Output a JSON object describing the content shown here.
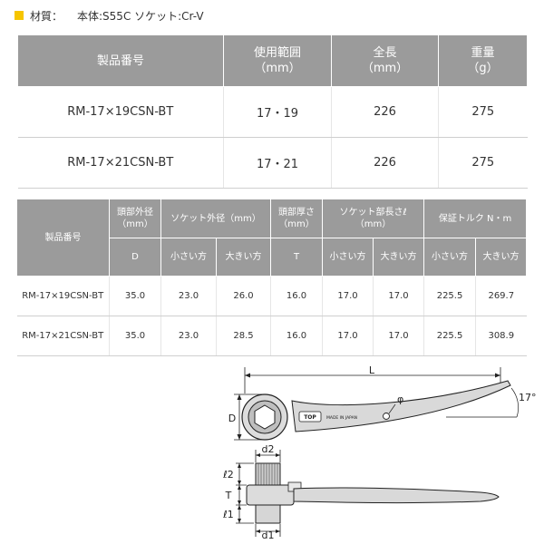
{
  "material": {
    "label": "材質：",
    "text": "本体:S55C ソケット:Cr-V"
  },
  "table1": {
    "headers": [
      {
        "line1": "製品番号",
        "line2": ""
      },
      {
        "line1": "使用範囲",
        "line2": "（mm）"
      },
      {
        "line1": "全長",
        "line2": "（mm）"
      },
      {
        "line1": "重量",
        "line2": "（g）"
      }
    ],
    "rows": [
      [
        "RM-17×19CSN-BT",
        "17・19",
        "226",
        "275"
      ],
      [
        "RM-17×21CSN-BT",
        "17・21",
        "226",
        "275"
      ]
    ]
  },
  "table2": {
    "header_top": {
      "product": "製品番号",
      "head_od": {
        "line1": "頭部外径",
        "line2": "（mm）"
      },
      "socket_od": "ソケット外径（mm）",
      "head_thickness": {
        "line1": "頭部厚さ",
        "line2": "（mm）"
      },
      "socket_length": {
        "line1": "ソケット部長さℓ",
        "line2": "（mm）"
      },
      "torque": "保証トルク N・m"
    },
    "header_sub": [
      "D",
      "小さい方",
      "大きい方",
      "T",
      "小さい方",
      "大きい方",
      "小さい方",
      "大きい方"
    ],
    "rows": [
      [
        "RM-17×19CSN-BT",
        "35.0",
        "23.0",
        "26.0",
        "16.0",
        "17.0",
        "17.0",
        "225.5",
        "269.7"
      ],
      [
        "RM-17×21CSN-BT",
        "35.0",
        "23.0",
        "28.5",
        "16.0",
        "17.0",
        "17.0",
        "225.5",
        "308.9"
      ]
    ]
  },
  "diagram": {
    "label_L": "L",
    "label_phi": "φ",
    "label_angle": "17°",
    "label_D": "D",
    "label_d2": "d2",
    "label_l2": "ℓ2",
    "label_T": "T",
    "label_l1": "ℓ1",
    "label_d1": "d1",
    "brand": "TOP",
    "engraving": "MADE IN JAPAN"
  }
}
